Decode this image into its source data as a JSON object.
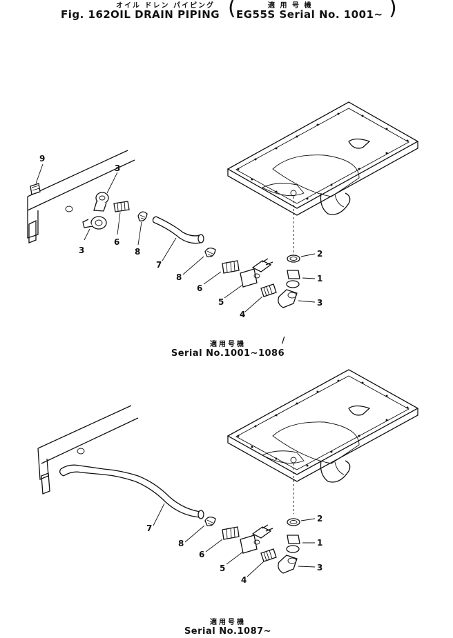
{
  "header": {
    "title_jp": "オイル ドレン パイピング",
    "applicable_jp": "適 用 号 機",
    "fig_label": "Fig. 162",
    "title_en": "OIL DRAIN PIPING",
    "model_serial": "EG55S Serial No. 1001~"
  },
  "sections": [
    {
      "serial_jp": "適用号機",
      "serial_range": "Serial No.1001~1086"
    },
    {
      "serial_jp": "適用号機",
      "serial_range": "Serial No.1087~"
    }
  ],
  "callouts_top": [
    "9",
    "3",
    "3",
    "6",
    "8",
    "7",
    "8",
    "6",
    "5",
    "4",
    "2",
    "1",
    "3"
  ],
  "callouts_bottom": [
    "7",
    "8",
    "6",
    "5",
    "4",
    "2",
    "1",
    "3"
  ],
  "annotation_mark": "/"
}
